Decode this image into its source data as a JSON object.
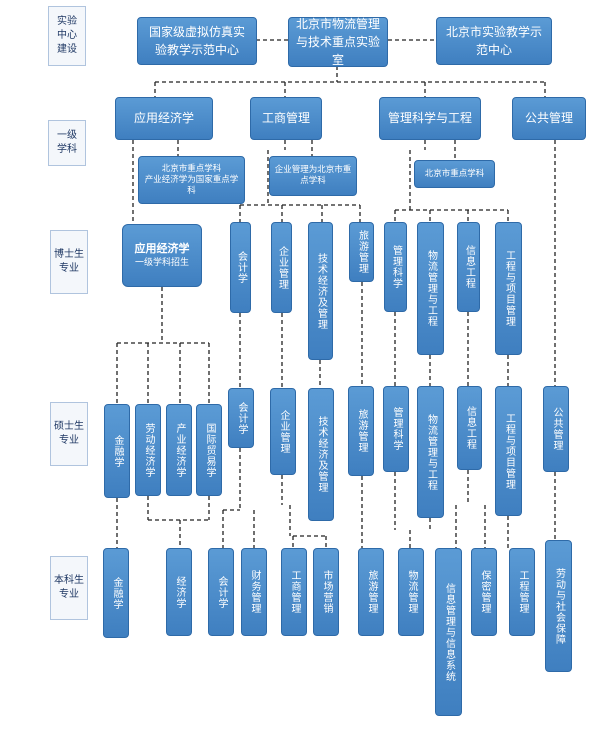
{
  "rows": {
    "center": "实验\n中心\n建设",
    "level1": "一级\n学科",
    "phd": "博士生\n专业",
    "master": "硕士生\n专业",
    "bachelor": "本科生\n专业"
  },
  "centers": [
    "国家级虚拟仿真实验教学示范中心",
    "北京市物流管理与技术重点实验室",
    "北京市实验教学示范中心"
  ],
  "disciplines": [
    "应用经济学",
    "工商管理",
    "管理科学与工程",
    "公共管理"
  ],
  "notes": [
    "北京市重点学科\n产业经济学为国家重点学科",
    "企业管理为北京市重点学科",
    "北京市重点学科"
  ],
  "phd": {
    "main_title": "应用经济学",
    "main_sub": "一级学科招生",
    "majors": [
      "会计学",
      "企业管理",
      "技术经济及管理",
      "旅游管理",
      "管理科学",
      "物流管理与工程",
      "信息工程",
      "工程与项目管理"
    ]
  },
  "master": [
    "金融学",
    "劳动经济学",
    "产业经济学",
    "国际贸易学",
    "会计学",
    "企业管理",
    "技术经济及管理",
    "旅游管理",
    "管理科学",
    "物流管理与工程",
    "信息工程",
    "工程与项目管理",
    "公共管理"
  ],
  "bachelor": [
    "金融学",
    "经济学",
    "会计学",
    "财务管理",
    "工商管理",
    "市场营销",
    "旅游管理",
    "物流管理",
    "信息管理与信息系统",
    "保密管理",
    "工程管理",
    "劳动与社会保障"
  ],
  "colors": {
    "box": "#4a8ccb",
    "border": "#2e6aa8",
    "label": "#1f3864"
  }
}
